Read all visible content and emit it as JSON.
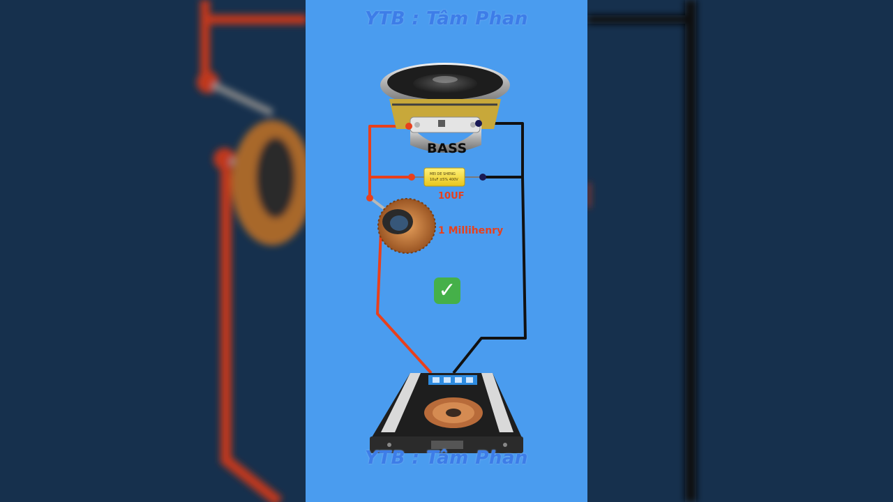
{
  "watermark": {
    "top": "YTB : Tâm Phan",
    "bottom": "YTB : Tâm Phan"
  },
  "speaker": {
    "label": "BASS"
  },
  "capacitor": {
    "value_label": "10UF",
    "body_line1": "MEI DE SHENG",
    "body_line2": "10uF ±5% 400V"
  },
  "inductor": {
    "value_label": "1 Millihenry"
  },
  "status": {
    "icon": "check-mark-icon",
    "glyph": "✓",
    "color": "#45b049"
  },
  "colors": {
    "panel": "#4a9cef",
    "positive_wire": "#e8401c",
    "negative_wire": "#111111",
    "watermark": "#3d7de8"
  }
}
